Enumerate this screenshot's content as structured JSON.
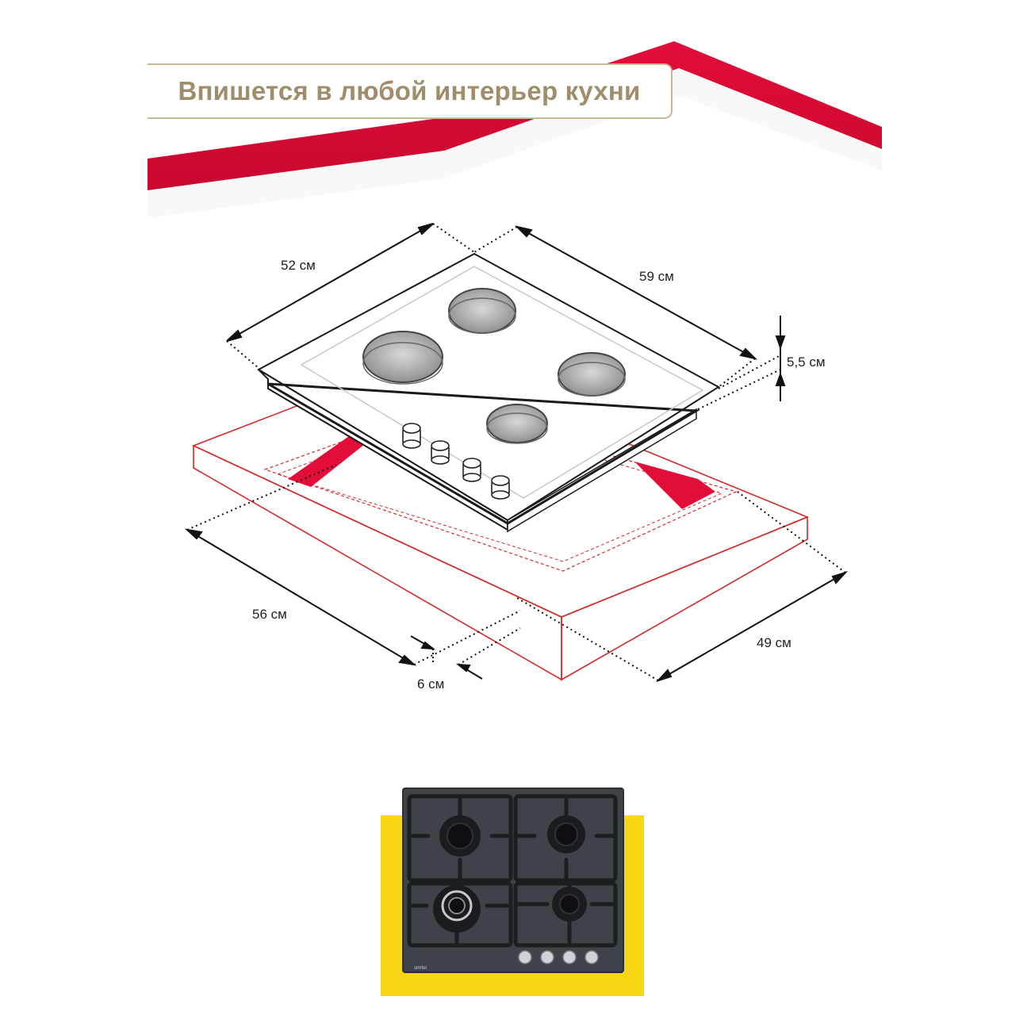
{
  "title": "Впишется в любой интерьер кухни",
  "dimensions": {
    "depth": "52 см",
    "width": "59 см",
    "height": "5,5 см",
    "cutout_width": "56 см",
    "cutout_depth": "49 см",
    "offset": "6 см"
  },
  "product_photo": {
    "brand": "simfer"
  },
  "colors": {
    "accent_red": "#e30d3a",
    "title_gold": "#a08d6b",
    "backdrop_yellow": "#fad714",
    "hob_dark": "#3e4249"
  }
}
